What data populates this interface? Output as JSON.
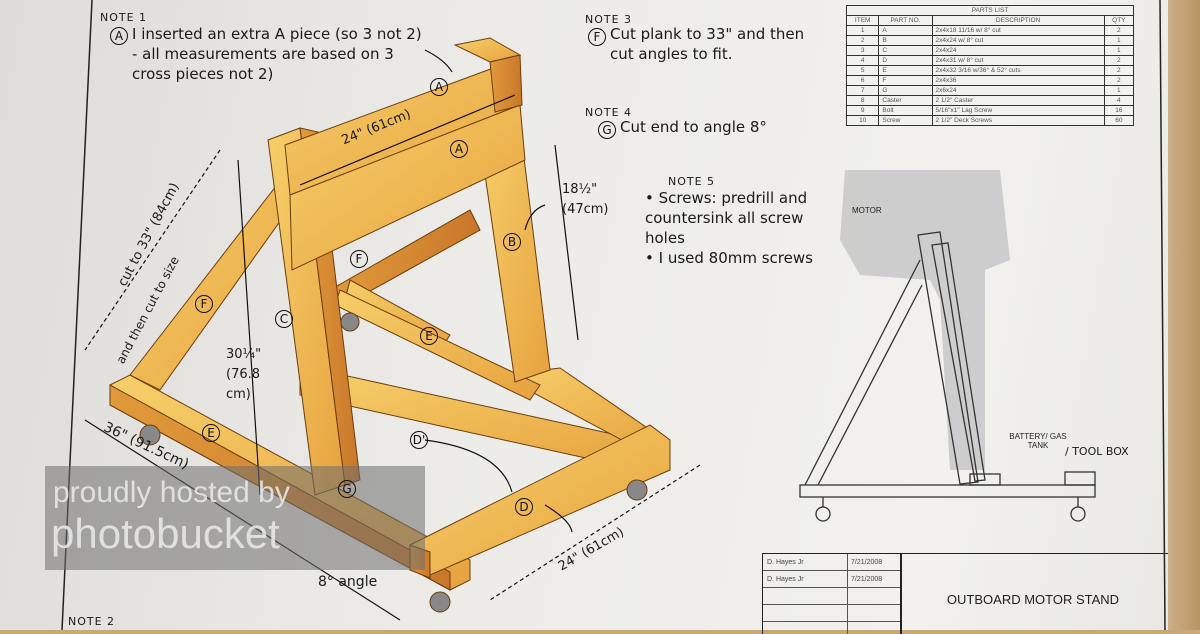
{
  "notes": {
    "note1": {
      "heading": "NOTE 1",
      "marker": "A",
      "text": "I inserted an extra A piece (so 3 not 2) - all measurements are based on 3 cross pieces not 2)"
    },
    "note2": {
      "heading": "NOTE 2"
    },
    "note3": {
      "heading": "NOTE 3",
      "marker": "F",
      "text": "Cut plank to 33\" and then cut angles to fit."
    },
    "note4": {
      "heading": "NOTE 4",
      "marker": "G",
      "text": "Cut end to angle 8°"
    },
    "note5": {
      "heading": "NOTE 5",
      "items": [
        "Screws: predrill and countersink all screw holes",
        "I used 80mm screws"
      ]
    }
  },
  "dimensions": {
    "top_width": "24\" (61cm)",
    "upright_height": "18½\" (47cm)",
    "brace_cut": "cut to 33\" (84cm)",
    "brace_cut2": "and then cut to size",
    "overall_height": "30¼\" (76.8 cm)",
    "base_length": "36\" (91.5cm)",
    "angle": "8° angle",
    "base_width": "24\" (61cm)"
  },
  "part_labels": [
    "A",
    "A",
    "B",
    "C",
    "F",
    "F",
    "E",
    "E",
    "D'",
    "D",
    "G"
  ],
  "parts_list": {
    "title": "PARTS LIST",
    "headers": [
      "ITEM",
      "PART NO.",
      "DESCRIPTION",
      "QTY"
    ],
    "rows": [
      [
        "1",
        "A",
        "2x4x18 11/16 w/ 8° cut",
        "2"
      ],
      [
        "2",
        "B",
        "2x4x24 w/ 8° cut",
        "1"
      ],
      [
        "3",
        "C",
        "2x4x24",
        "1"
      ],
      [
        "4",
        "D",
        "2x4x31 w/ 8° cut",
        "2"
      ],
      [
        "5",
        "E",
        "2x4x32 3/16 w/36° & 52° cuts",
        "2"
      ],
      [
        "6",
        "F",
        "2x4x36",
        "2"
      ],
      [
        "7",
        "G",
        "2x6x24",
        "1"
      ],
      [
        "8",
        "Caster",
        "2 1/2\" Caster",
        "4"
      ],
      [
        "9",
        "Bolt",
        "5/16\"x1\" Lag Screw",
        "16"
      ],
      [
        "10",
        "Screw",
        "2 1/2\" Deck Screws",
        "60"
      ]
    ]
  },
  "side_view": {
    "motor_label": "MOTOR",
    "battery_label": "BATTERY/ GAS TANK",
    "toolbox_label": "/ TOOL BOX"
  },
  "title_block": {
    "drawn_by": "D. Hayes Jr",
    "drawn_date": "7/21/2008",
    "checked_by": "D. Hayes Jr",
    "checked_date": "7/21/2008",
    "title": "OUTBOARD MOTOR STAND"
  },
  "watermark": {
    "line1": "proudly hosted by",
    "line2": "photobucket"
  },
  "colors": {
    "wood_light": "#f0c060",
    "wood_dark": "#d98a2a",
    "paper": "#efeeeb"
  }
}
